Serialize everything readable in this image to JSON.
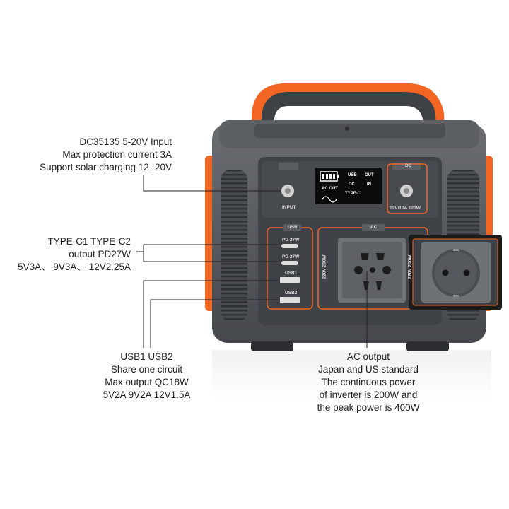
{
  "callouts": {
    "dc_input": [
      "DC35135  5-20V Input",
      "Max protection current 3A",
      "Support solar charging 12- 20V"
    ],
    "type_c": [
      "TYPE-C1  TYPE-C2",
      "output  PD27W",
      "5V3A、 9V3A、 12V2.25A"
    ],
    "usb": [
      "USB1   USB2",
      "Share one circuit",
      "Max output QC18W",
      "5V2A  9V2A  12V1.5A"
    ],
    "ac": [
      "AC output",
      "Japan and US standard",
      "The continuous power",
      "of inverter is 200W and",
      "the peak power is 400W"
    ]
  },
  "panel": {
    "input_label": "INPUT",
    "dc_label": "DC",
    "dc_spec": "12V/10A 120W",
    "usb_label": "USB",
    "ac_label": "AC",
    "pd1": "PD 27W",
    "pd2": "PD 27W",
    "usb1": "USB1",
    "usb2": "USB2",
    "ac_voltage_left": "220V 200W",
    "ac_voltage_right": "220V 200W"
  },
  "display": {
    "ac_out": "AC OUT",
    "usb": "USB",
    "out": "OUT",
    "dc": "DC",
    "in": "IN",
    "type_c": "TYPE-C"
  },
  "colors": {
    "accent": "#f26522",
    "body": "#505358",
    "panel": "#3a3d42"
  }
}
